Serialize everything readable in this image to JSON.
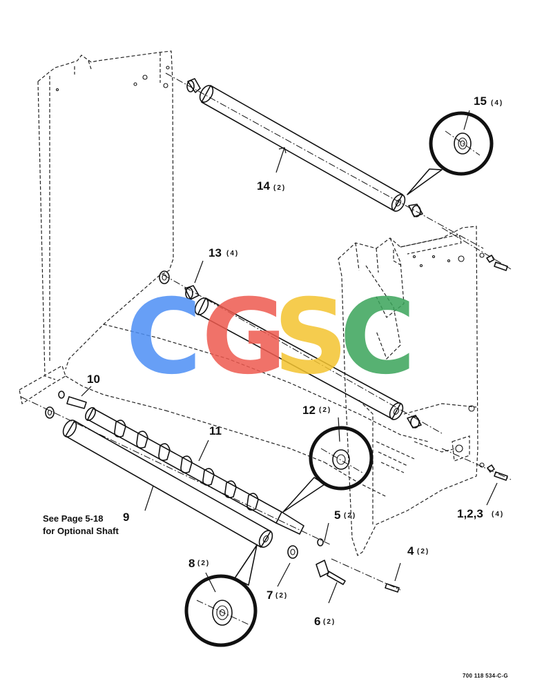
{
  "labels": {
    "l15": "15",
    "q15": "(4)",
    "l14": "14",
    "q14": "(2)",
    "l13": "13",
    "q13": "(4)",
    "l12": "12",
    "q12": "(2)",
    "l11": "11",
    "l10": "10",
    "l9": "9",
    "l8": "8",
    "q8": "(2)",
    "l7": "7",
    "q7": "(2)",
    "l6": "6",
    "q6": "(2)",
    "l5": "5",
    "q5": "(2)",
    "l4": "4",
    "q4": "(2)",
    "l123": "1,2,3",
    "q123": "(4)"
  },
  "note": {
    "line1": "See Page 5-18",
    "line2": "for Optional Shaft"
  },
  "drawing_code": "700 118 534-C-G",
  "watermark": {
    "letters": [
      "C",
      "G",
      "S",
      "C"
    ],
    "colors": [
      "#4d8ff5",
      "#ee5a4f",
      "#f4c430",
      "#3aa45a"
    ]
  }
}
